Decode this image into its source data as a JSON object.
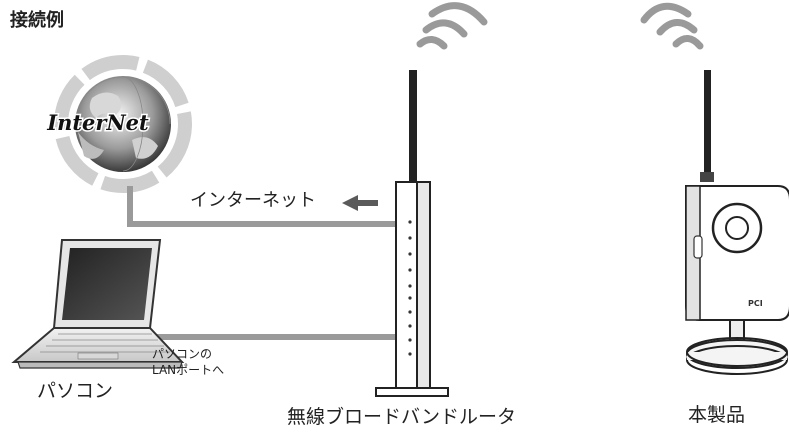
{
  "title": "接続例",
  "labels": {
    "internet_cable": "インターネット",
    "pc_lan_port_line1": "パソコンの",
    "pc_lan_port_line2": "LANポートへ",
    "pc": "パソコン",
    "router": "無線ブロードバンドルータ",
    "camera": "本製品"
  },
  "globe_text": "InterNet",
  "camera_logo": "PCI"
}
